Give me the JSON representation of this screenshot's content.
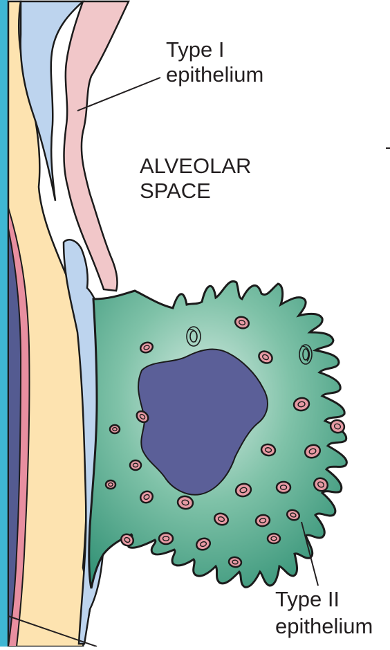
{
  "labels": {
    "type1_line1": "Type I",
    "type1_line2": "epithelium",
    "alveolar_line1": "ALVEOLAR",
    "alveolar_line2": "SPACE",
    "type2_line1": "Type II",
    "type2_line2": "epithelium"
  },
  "colors": {
    "frame_bar": "#3fb7d3",
    "interstitium": "#fde3b0",
    "endothelium": "#bdd4ee",
    "type1_epithelium": "#f1c7c9",
    "capillary_lumen": "#545b91",
    "vessel_wall": "#e88fa0",
    "type2_cell": "#2f8f73",
    "type2_cell_light": "#d8ece4",
    "nucleus": "#5b5f98",
    "lamellar_body": "#e79aa4",
    "outline": "#1b1b1b"
  },
  "lamellar_body_count": 24
}
